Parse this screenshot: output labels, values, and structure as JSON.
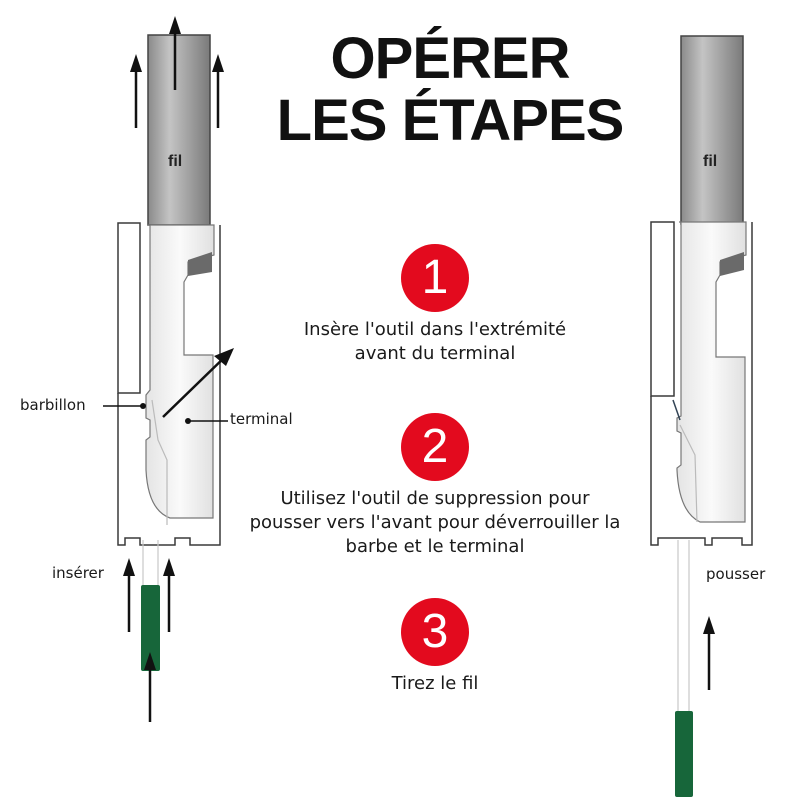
{
  "title": {
    "line1": "OPÉRER",
    "line2": "LES ÉTAPES"
  },
  "steps": [
    {
      "number": "1",
      "text": "Insère l'outil dans l'extrémité avant du terminal"
    },
    {
      "number": "2",
      "text": "Utilisez l'outil de suppression pour pousser vers l'avant pour déverrouiller la barbe et le terminal"
    },
    {
      "number": "3",
      "text": "Tirez le fil"
    }
  ],
  "left_diagram": {
    "wire_label": "fil",
    "barb_label": "barbillon",
    "terminal_label": "terminal",
    "insert_label": "insérer"
  },
  "right_diagram": {
    "wire_label": "fil",
    "push_label": "pousser"
  },
  "colors": {
    "badge": "#e30a1e",
    "tool_handle": "#17663a",
    "wire": "#9a9a9a",
    "outline": "#3a3a3a"
  }
}
